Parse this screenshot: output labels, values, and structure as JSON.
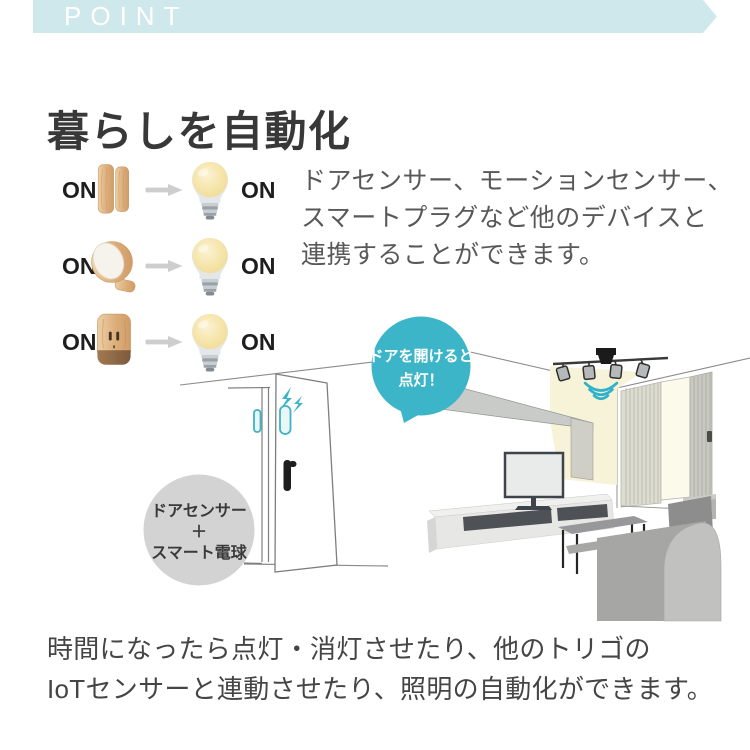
{
  "point_banner": {
    "label": "POINT"
  },
  "title": "暮らしを自動化",
  "intro": {
    "line1": "ドアセンサー、モーションセンサー、",
    "line2": "スマートプラグなど他のデバイスと",
    "line3": "連携することができます。"
  },
  "rows": [
    {
      "left_label": "ON",
      "device": "door-sensor",
      "right_label": "ON"
    },
    {
      "left_label": "ON",
      "device": "motion-sensor",
      "right_label": "ON"
    },
    {
      "left_label": "ON",
      "device": "smart-plug",
      "right_label": "ON"
    }
  ],
  "scene": {
    "bubble": {
      "line1": "ドアを開けると",
      "line2": "点灯！"
    },
    "label_circle": {
      "line1": "ドアセンサー",
      "line2": "＋",
      "line3": "スマート電球"
    }
  },
  "footer": {
    "line1": "時間になったら点灯・消灯させたり、他のトリゴの",
    "line2": "IoTセンサーと連動させたり、照明の自動化ができます。"
  },
  "colors": {
    "banner_bg": "#cfe8eb",
    "accent_teal": "#3db5c8",
    "label_circle_bg": "#d3d3d3",
    "wood": "#dcae7c",
    "bulb_warm": "#f5e4a8",
    "text_dark": "#383838",
    "text_body": "#585858"
  }
}
